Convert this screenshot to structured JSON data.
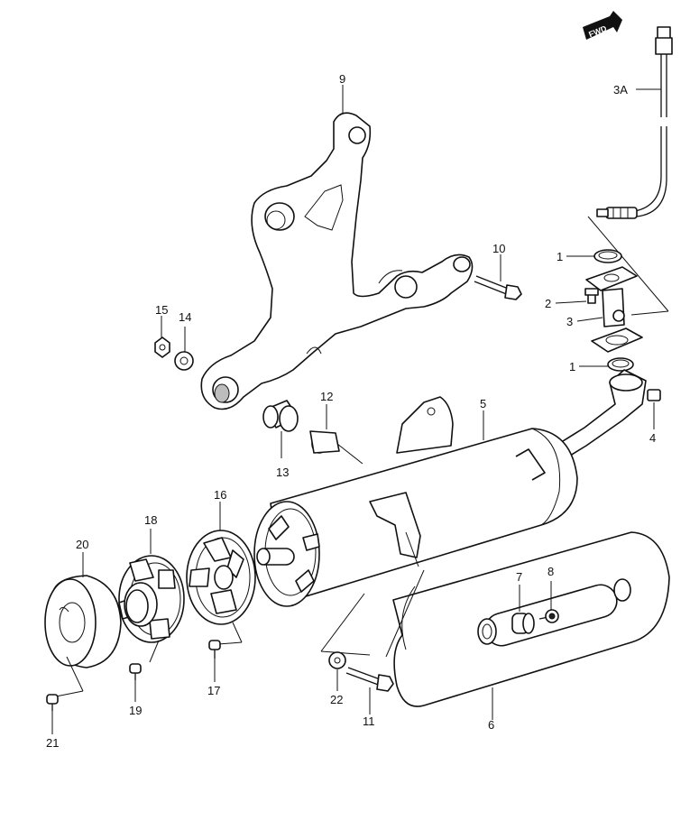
{
  "diagram": {
    "fwd_badge": "FWD",
    "callouts": [
      {
        "id": "c-9",
        "label": "9"
      },
      {
        "id": "c-3a",
        "label": "3A"
      },
      {
        "id": "c-10",
        "label": "10"
      },
      {
        "id": "c-1-top",
        "label": "1"
      },
      {
        "id": "c-2",
        "label": "2"
      },
      {
        "id": "c-3",
        "label": "3"
      },
      {
        "id": "c-1-bottom",
        "label": "1"
      },
      {
        "id": "c-15",
        "label": "15"
      },
      {
        "id": "c-14",
        "label": "14"
      },
      {
        "id": "c-12",
        "label": "12"
      },
      {
        "id": "c-5",
        "label": "5"
      },
      {
        "id": "c-4",
        "label": "4"
      },
      {
        "id": "c-13",
        "label": "13"
      },
      {
        "id": "c-16",
        "label": "16"
      },
      {
        "id": "c-18",
        "label": "18"
      },
      {
        "id": "c-20",
        "label": "20"
      },
      {
        "id": "c-7",
        "label": "7"
      },
      {
        "id": "c-8",
        "label": "8"
      },
      {
        "id": "c-17",
        "label": "17"
      },
      {
        "id": "c-22",
        "label": "22"
      },
      {
        "id": "c-11",
        "label": "11"
      },
      {
        "id": "c-6",
        "label": "6"
      },
      {
        "id": "c-19",
        "label": "19"
      },
      {
        "id": "c-21",
        "label": "21"
      }
    ]
  }
}
